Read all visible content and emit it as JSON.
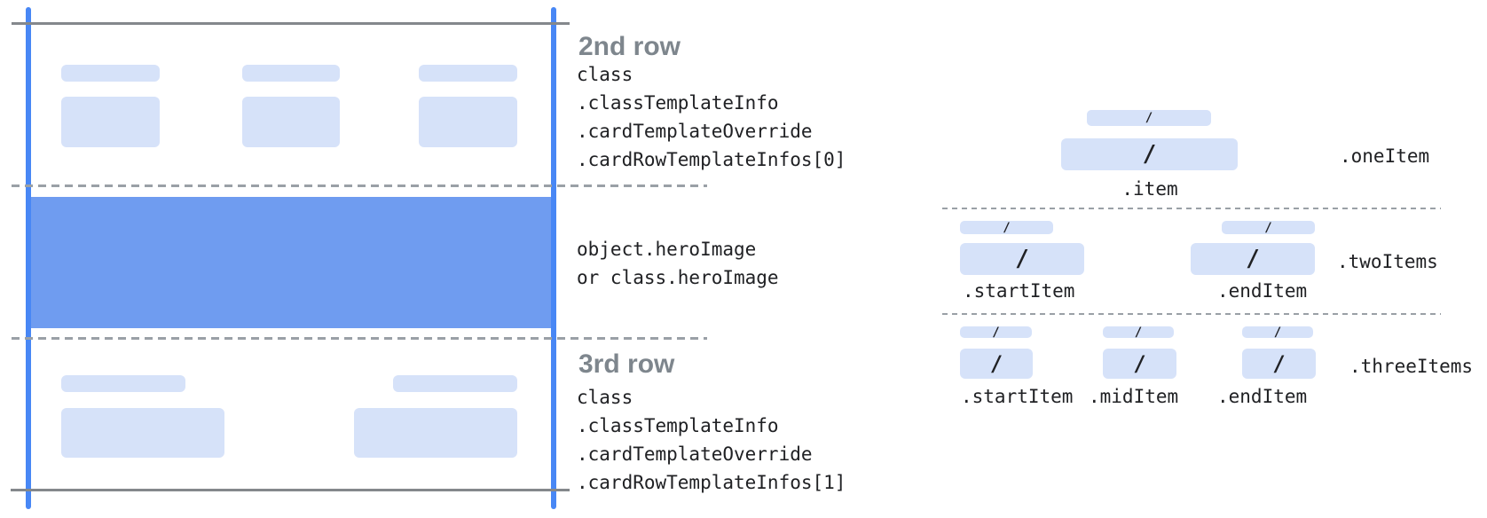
{
  "card": {
    "row2": {
      "heading": "2nd row",
      "lines": [
        "class",
        ".classTemplateInfo",
        ".cardTemplateOverride",
        ".cardRowTemplateInfos[0]"
      ]
    },
    "hero": {
      "lines": [
        "object.heroImage",
        "or class.heroImage"
      ]
    },
    "row3": {
      "heading": "3rd row",
      "lines": [
        "class",
        ".classTemplateInfo",
        ".cardTemplateOverride",
        ".cardRowTemplateInfos[1]"
      ]
    }
  },
  "item_layouts": {
    "one": {
      "label": ".oneItem",
      "item_label": ".item"
    },
    "two": {
      "label": ".twoItems",
      "start_label": ".startItem",
      "end_label": ".endItem"
    },
    "three": {
      "label": ".threeItems",
      "start_label": ".startItem",
      "mid_label": ".midItem",
      "end_label": ".endItem"
    }
  },
  "glyphs": {
    "slash": "/"
  },
  "colors": {
    "frame_blue": "#4887f5",
    "hero_blue": "#6f9cf0",
    "placeholder_blue": "#d6e2f9",
    "frame_gray": "#84888c",
    "dash_gray": "#9aa0a6",
    "heading_gray": "#7e868d",
    "code_text": "#202124"
  }
}
